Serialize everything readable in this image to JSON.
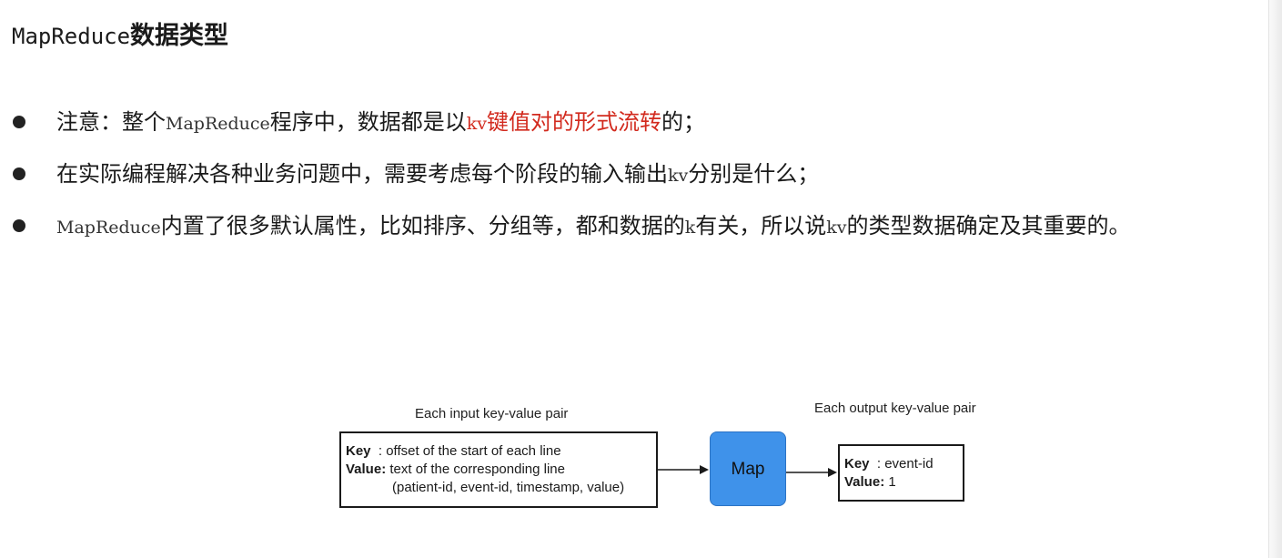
{
  "title": {
    "prefix": "MapReduce",
    "suffix": "数据类型"
  },
  "bullets": [
    {
      "parts": [
        {
          "text": "注意：整个",
          "style": "normal"
        },
        {
          "text": "MapReduce",
          "style": "mono"
        },
        {
          "text": "程序中，数据都是以",
          "style": "normal"
        },
        {
          "text": "kv",
          "style": "mono-red"
        },
        {
          "text": "键值对的形式流转",
          "style": "red"
        },
        {
          "text": "的；",
          "style": "normal"
        }
      ]
    },
    {
      "parts": [
        {
          "text": "在实际编程解决各种业务问题中，需要考虑每个阶段的输入输出",
          "style": "normal"
        },
        {
          "text": "kv",
          "style": "mono"
        },
        {
          "text": "分别是什么；",
          "style": "normal"
        }
      ]
    },
    {
      "parts": [
        {
          "text": "MapReduce",
          "style": "mono"
        },
        {
          "text": "内置了很多默认属性，比如排序、分组等，都和数据的",
          "style": "normal"
        },
        {
          "text": "k",
          "style": "mono"
        },
        {
          "text": "有关，所以说",
          "style": "normal"
        },
        {
          "text": "kv",
          "style": "mono"
        },
        {
          "text": "的类型数据确定及其重要的。",
          "style": "normal"
        }
      ]
    }
  ],
  "diagram": {
    "input_label": "Each input key-value pair",
    "output_label": "Each output key-value pair",
    "input_box": {
      "key_label": "Key",
      "key_text": "  : offset of the start of each line",
      "value_label": "Value:",
      "value_text": " text of the corresponding line",
      "value_text2": "(patient-id, event-id, timestamp, value)"
    },
    "map_label": "Map",
    "output_box": {
      "key_label": "Key",
      "key_text": "  : event-id",
      "value_label": "Value:",
      "value_text": " 1"
    },
    "colors": {
      "map_fill": "#3f92ea",
      "highlight": "#d22a1e"
    }
  }
}
